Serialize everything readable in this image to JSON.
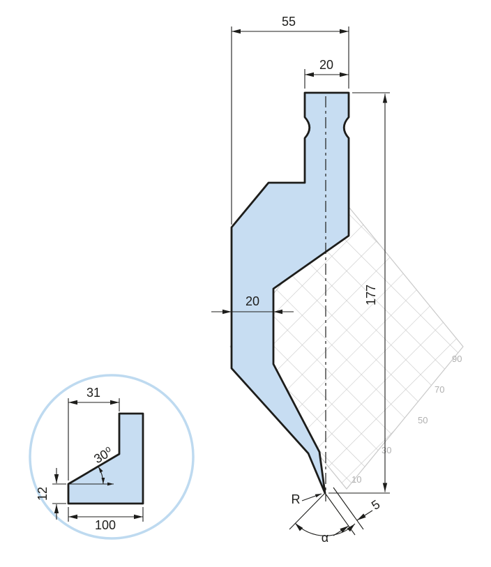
{
  "drawing": {
    "dim_top_width": "55",
    "dim_shank_width": "20",
    "dim_waist_width": "20",
    "dim_height": "177",
    "dim_tip": "5",
    "radius_label": "R",
    "angle_label": "α",
    "grid_labels": [
      "10",
      "30",
      "50",
      "70",
      "90"
    ],
    "detail": {
      "dim_width": "31",
      "dim_thickness": "12",
      "dim_length": "100",
      "dim_angle": "30⁰"
    },
    "colors": {
      "fill": "#c7ddf2",
      "outline": "#1d1d1b",
      "grid": "#c9c9c9",
      "grid_text": "#b0b0b0",
      "circle": "#bedaf0"
    }
  }
}
